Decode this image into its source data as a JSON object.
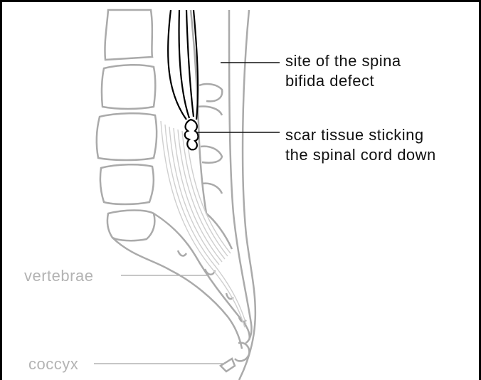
{
  "labels": {
    "site_defect": [
      "site of the spina",
      "bifida defect"
    ],
    "scar_tissue": [
      "scar tissue sticking",
      "the spinal cord down"
    ],
    "vertebrae": "vertebrae",
    "coccyx": "coccyx"
  },
  "colors": {
    "dark_label": "#111111",
    "grey_label": "#b3b3b3",
    "bone_outline": "#aaaaaa",
    "spinal_cord": "#000000"
  }
}
